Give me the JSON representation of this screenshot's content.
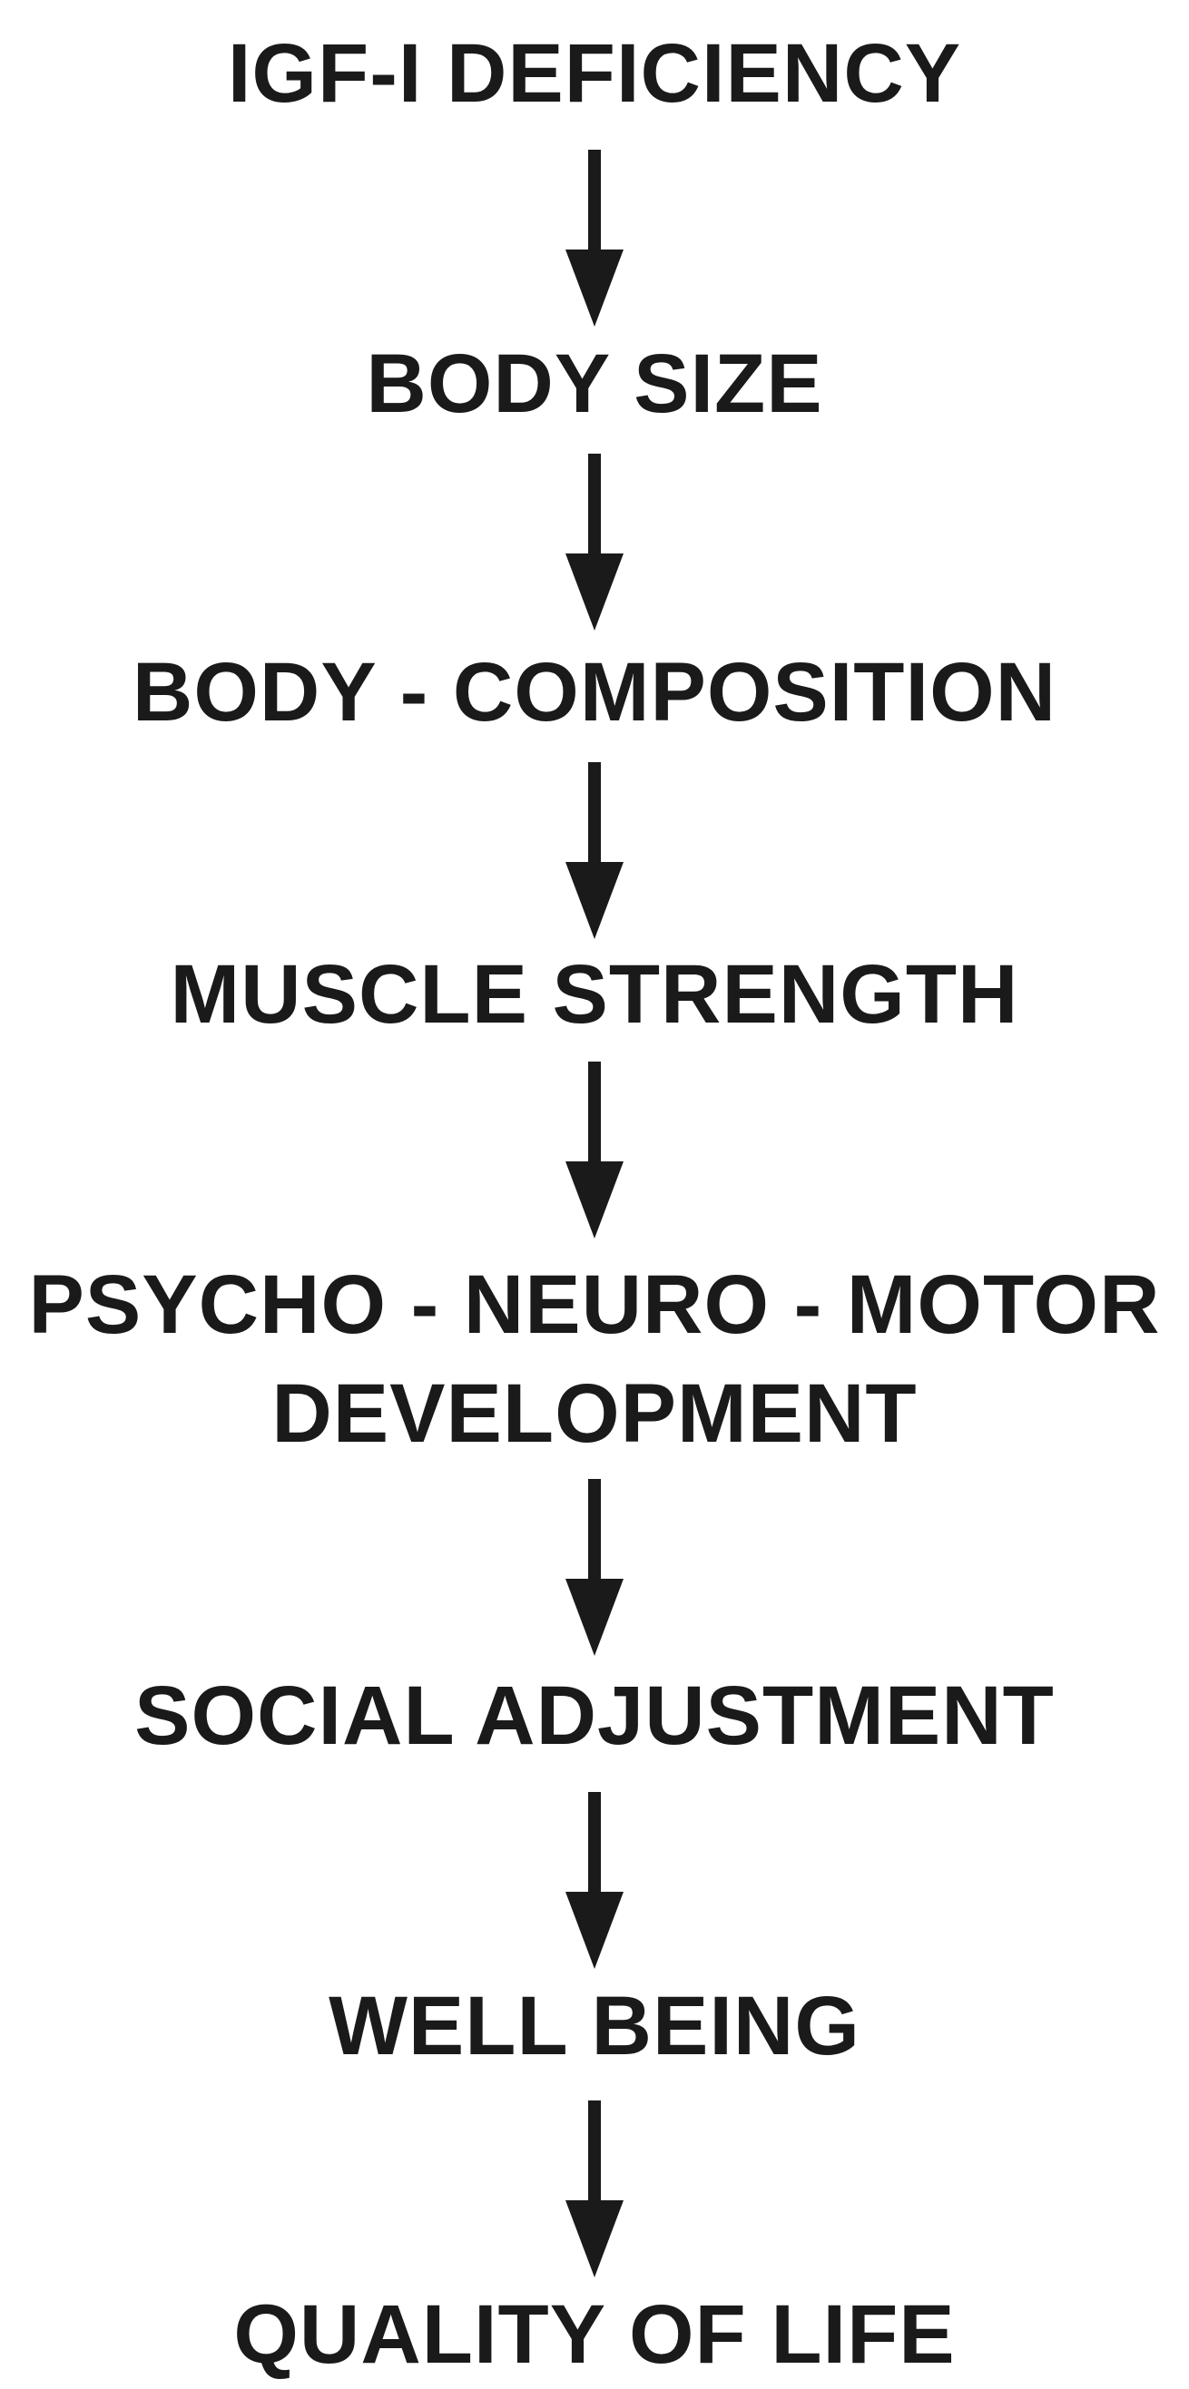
{
  "diagram": {
    "nodes": [
      {
        "id": "igf-deficiency",
        "label": "IGF-I DEFICIENCY"
      },
      {
        "id": "body-size",
        "label": "BODY SIZE"
      },
      {
        "id": "body-composition",
        "label": "BODY - COMPOSITION"
      },
      {
        "id": "muscle-strength",
        "label": "MUSCLE STRENGTH"
      },
      {
        "id": "psycho-neuro-motor",
        "label_line1": "PSYCHO - NEURO - MOTOR",
        "label_line2": "DEVELOPMENT"
      },
      {
        "id": "social-adjustment",
        "label": "SOCIAL ADJUSTMENT"
      },
      {
        "id": "well-being",
        "label": "WELL BEING"
      },
      {
        "id": "quality-of-life",
        "label": "QUALITY OF LIFE"
      }
    ],
    "edges": [
      {
        "from": "igf-deficiency",
        "to": "body-size"
      },
      {
        "from": "body-size",
        "to": "body-composition"
      },
      {
        "from": "body-composition",
        "to": "muscle-strength"
      },
      {
        "from": "muscle-strength",
        "to": "psycho-neuro-motor"
      },
      {
        "from": "psycho-neuro-motor",
        "to": "social-adjustment"
      },
      {
        "from": "social-adjustment",
        "to": "well-being"
      },
      {
        "from": "well-being",
        "to": "quality-of-life"
      }
    ],
    "colors": {
      "text": "#1a1a1a",
      "arrow": "#1a1a1a",
      "background": "#ffffff"
    },
    "icons": {
      "edge": "arrow-down-icon"
    }
  }
}
